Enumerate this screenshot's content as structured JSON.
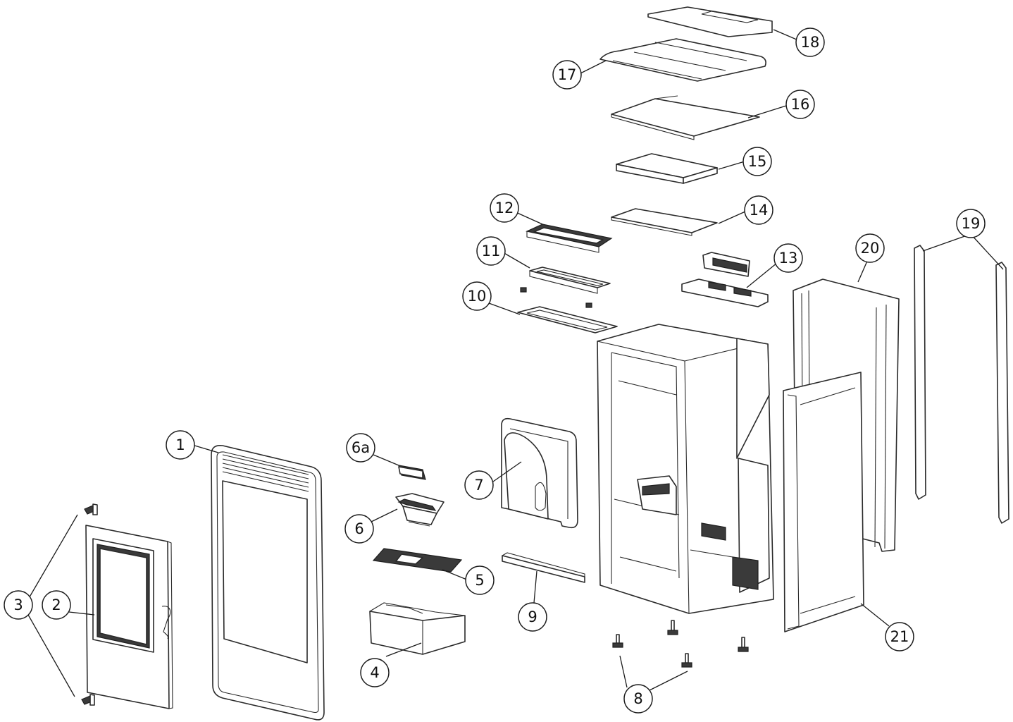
{
  "callouts": [
    {
      "id": "c1",
      "label": "1"
    },
    {
      "id": "c2",
      "label": "2"
    },
    {
      "id": "c3",
      "label": "3"
    },
    {
      "id": "c4",
      "label": "4"
    },
    {
      "id": "c5",
      "label": "5"
    },
    {
      "id": "c6",
      "label": "6"
    },
    {
      "id": "c6a",
      "label": "6a"
    },
    {
      "id": "c7",
      "label": "7"
    },
    {
      "id": "c8",
      "label": "8"
    },
    {
      "id": "c9",
      "label": "9"
    },
    {
      "id": "c10",
      "label": "10"
    },
    {
      "id": "c11",
      "label": "11"
    },
    {
      "id": "c12",
      "label": "12"
    },
    {
      "id": "c13",
      "label": "13"
    },
    {
      "id": "c14",
      "label": "14"
    },
    {
      "id": "c15",
      "label": "15"
    },
    {
      "id": "c16",
      "label": "16"
    },
    {
      "id": "c17",
      "label": "17"
    },
    {
      "id": "c18",
      "label": "18"
    },
    {
      "id": "c19",
      "label": "19"
    },
    {
      "id": "c20",
      "label": "20"
    },
    {
      "id": "c21",
      "label": "21"
    }
  ]
}
